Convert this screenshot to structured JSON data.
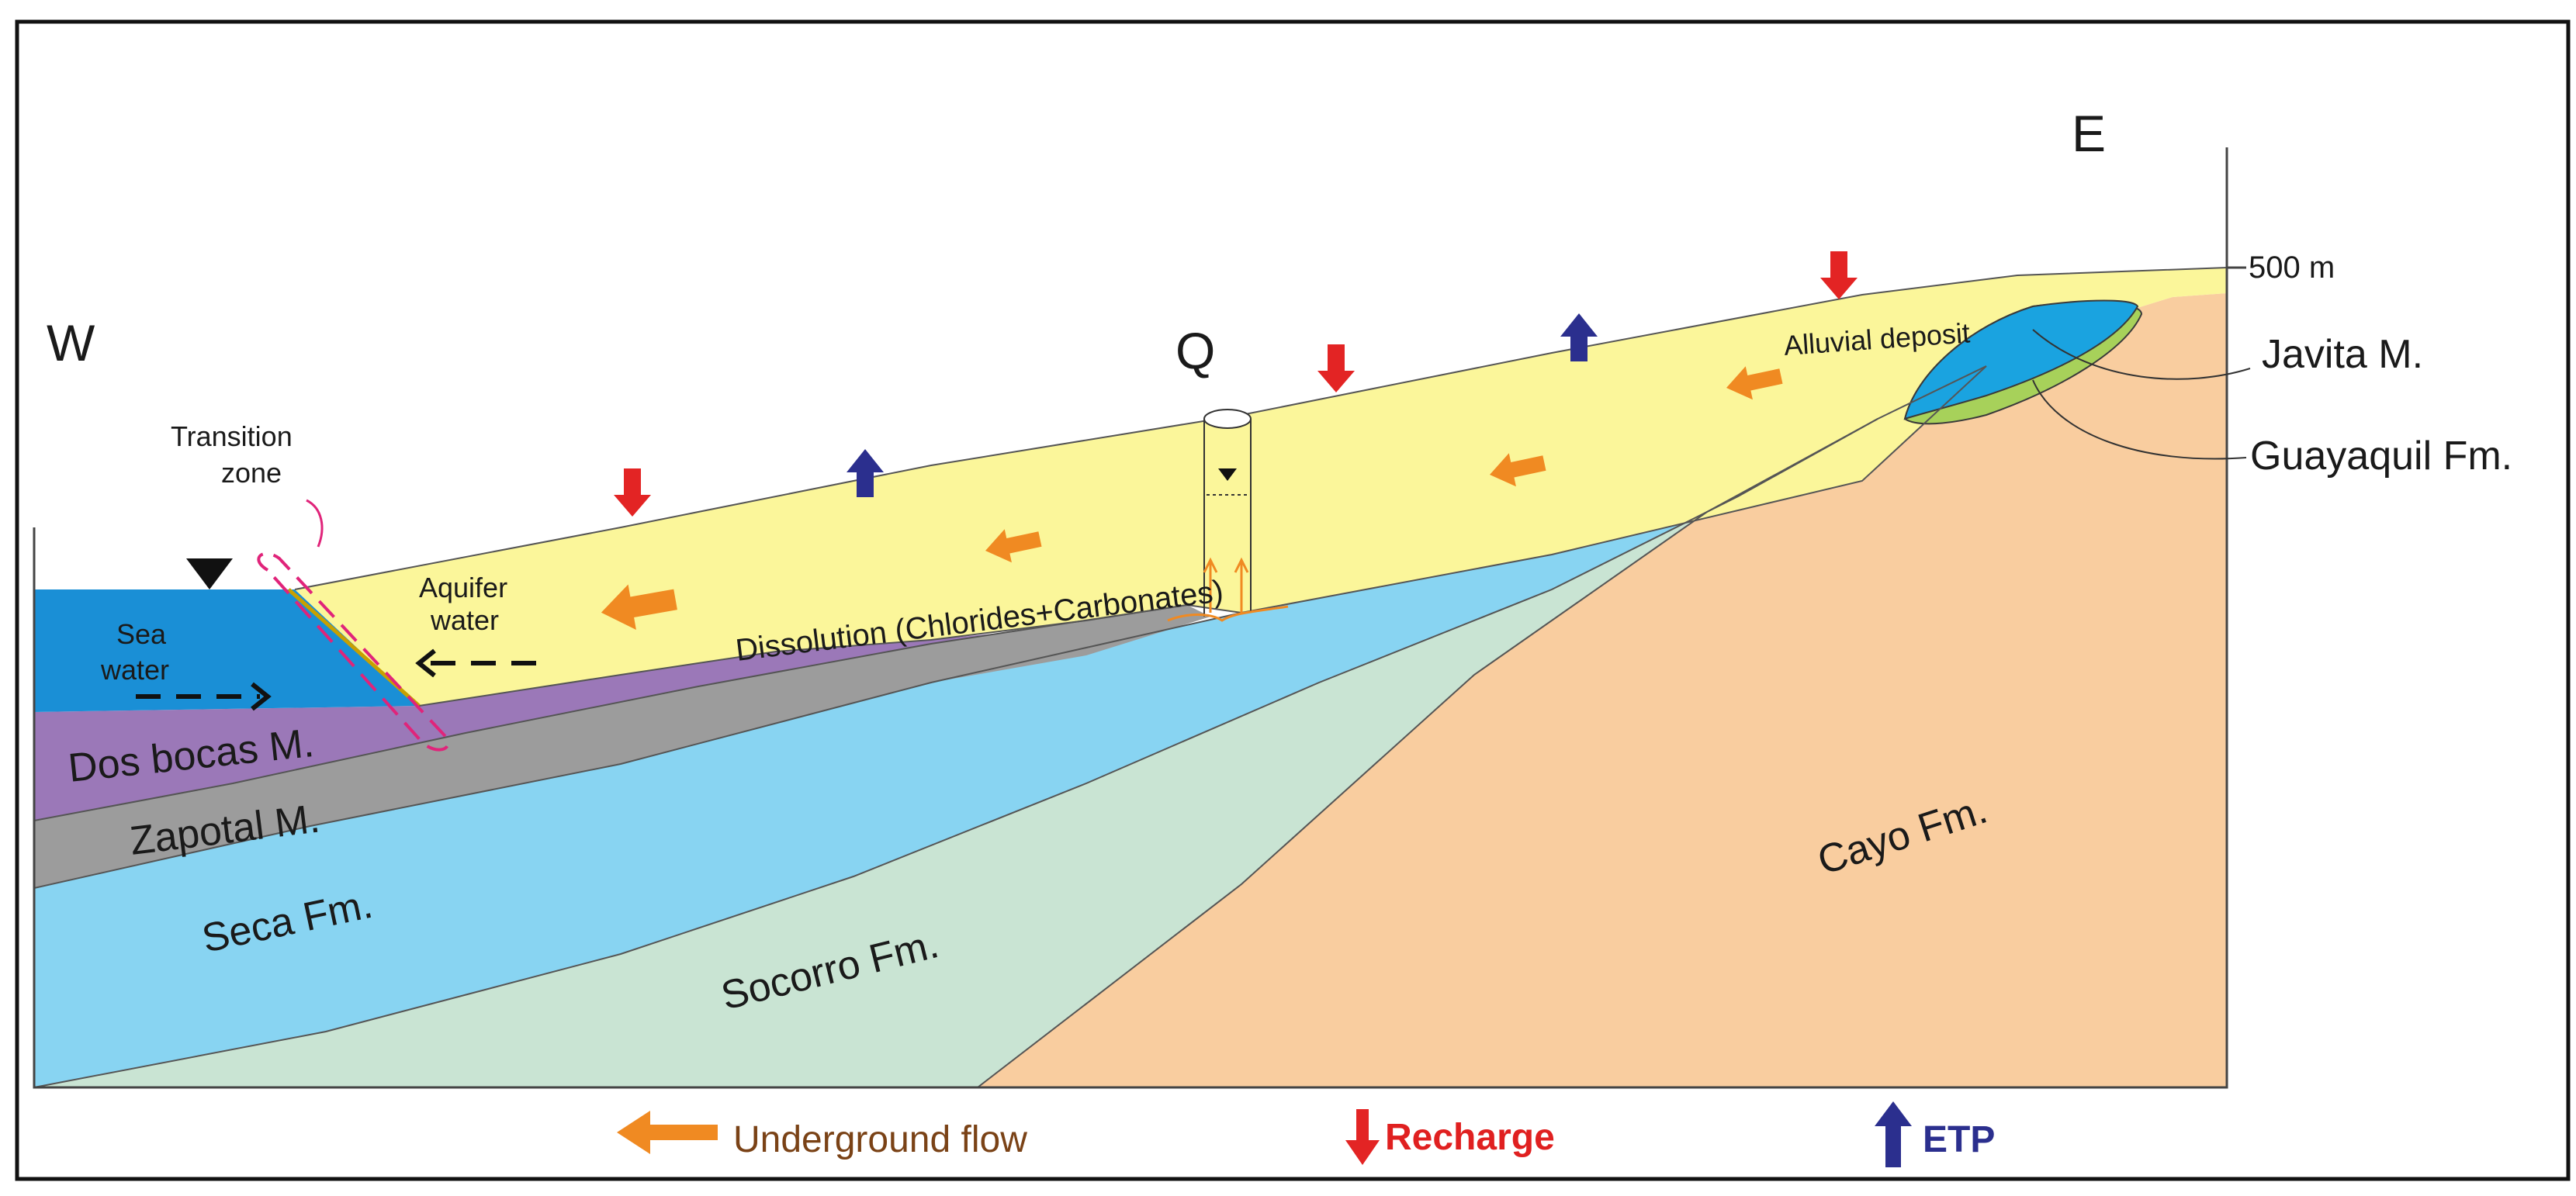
{
  "direction": {
    "west": "W",
    "east": "E"
  },
  "well_label": "Q",
  "elevation_label": "500 m",
  "transition": {
    "line1": "Transition",
    "line2": "zone"
  },
  "sea": {
    "line1": "Sea",
    "line2": "water"
  },
  "aquifer": {
    "line1": "Aquifer",
    "line2": "water"
  },
  "dissolution_label": "Dissolution (Chlorides+Carbonates)",
  "alluvial_label": "Alluvial  deposit",
  "formations": {
    "javita": "Javita M.",
    "guayaquil": "Guayaquil Fm.",
    "dos_bocas": "Dos bocas M.",
    "zapotal": "Zapotal M.",
    "seca": "Seca Fm.",
    "socorro": "Socorro Fm.",
    "cayo": "Cayo Fm."
  },
  "legend": {
    "underground_flow": "Underground flow",
    "recharge": "Recharge",
    "etp": "ETP"
  },
  "colors": {
    "sea": "#1a8fd6",
    "aquifer": "#fbf69a",
    "dos_bocas": "#9b78b8",
    "zapotal": "#9c9c9c",
    "seca": "#88d4f2",
    "socorro": "#c9e4d3",
    "cayo": "#f9cd9f",
    "javita": "#1aa3e0",
    "guayaquil": "#a7d15a",
    "flow_arrow": "#f08a22",
    "recharge_arrow": "#e32424",
    "etp_arrow": "#2b2f8e",
    "transition_outline": "#e0247a",
    "legend_flow_text": "#7a4216",
    "legend_recharge_text": "#e02020",
    "legend_etp_text": "#2b2f8e"
  }
}
